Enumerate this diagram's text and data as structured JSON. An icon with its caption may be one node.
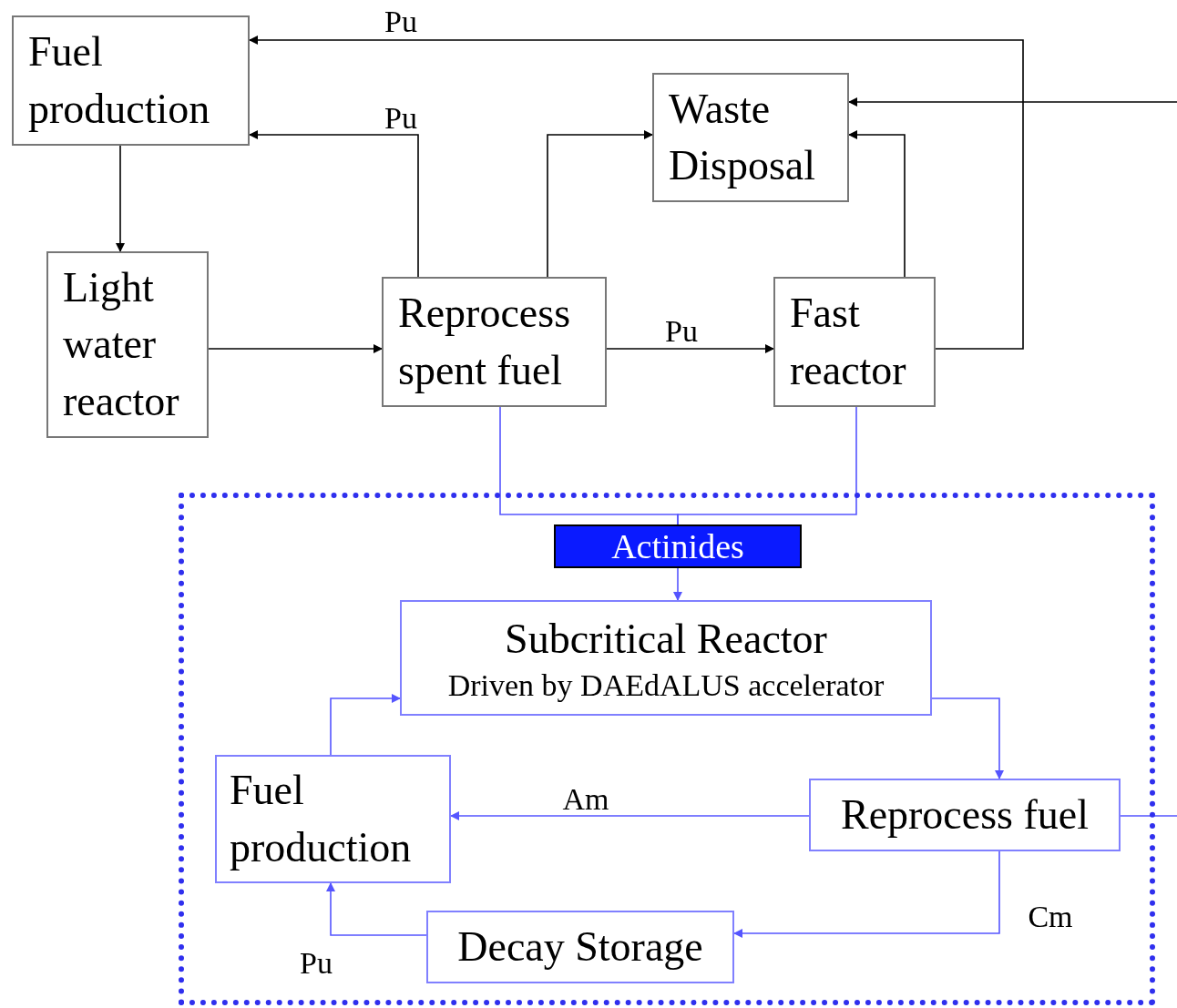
{
  "diagram": {
    "nodes": [
      {
        "text": [
          "Fuel production"
        ]
      },
      {
        "text": [
          "Waste Disposal"
        ]
      },
      {
        "text": [
          "Light water reactor"
        ]
      },
      {
        "text": [
          "Reprocess spent fuel"
        ]
      },
      {
        "text": [
          "Fast reactor"
        ]
      },
      {
        "text": [],
        "shape": "box"
      },
      {
        "text": [
          "Actinides"
        ],
        "in": 5
      },
      {
        "text": [
          "Subcritical Reactor",
          "Driven by DAEdALUS accelerator"
        ],
        "in": 5
      },
      {
        "text": [
          "Fuel production"
        ],
        "in": 5
      },
      {
        "text": [
          "Reprocess fuel"
        ],
        "in": 5
      },
      {
        "text": [
          "Decay Storage"
        ],
        "in": 5
      }
    ],
    "edges": [
      {
        "from": 0,
        "to": 2,
        "arrow": "to",
        "color": "#000000"
      },
      {
        "from": 2,
        "to": 3,
        "arrow": "to",
        "color": "#000000"
      },
      {
        "from": 3,
        "to": 0,
        "arrow": "to",
        "label": "Pu",
        "color": "#000000"
      },
      {
        "from": 3,
        "to": 1,
        "arrow": "to",
        "color": "#000000"
      },
      {
        "from": 3,
        "to": 4,
        "arrow": "to",
        "label": "Pu",
        "color": "#000000"
      },
      {
        "from": 4,
        "to": 1,
        "arrow": "to",
        "color": "#000000"
      },
      {
        "from": 4,
        "to": 0,
        "arrow": "to",
        "label": "Pu",
        "color": "#000000"
      },
      {
        "from": null,
        "to": 1,
        "arrow": "to",
        "color": "#000000"
      },
      {
        "from": 3,
        "to": 6,
        "arrow": "none",
        "color": "#5555ff"
      },
      {
        "from": 4,
        "to": 6,
        "arrow": "none",
        "color": "#5555ff"
      },
      {
        "from": 6,
        "to": 7,
        "arrow": "to",
        "color": "#5555ff"
      },
      {
        "from": 7,
        "to": 9,
        "arrow": "to",
        "color": "#5555ff"
      },
      {
        "from": 9,
        "to": 8,
        "arrow": "to",
        "label": "Am",
        "color": "#5555ff"
      },
      {
        "from": 9,
        "to": 10,
        "arrow": "to",
        "label": "Cm",
        "color": "#5555ff"
      },
      {
        "from": 10,
        "to": 8,
        "arrow": "to",
        "label": "Pu",
        "color": "#5555ff"
      },
      {
        "from": 8,
        "to": 7,
        "arrow": "to",
        "color": "#5555ff"
      },
      {
        "from": 9,
        "to": null,
        "arrow": "none",
        "color": "#5555ff"
      }
    ]
  }
}
